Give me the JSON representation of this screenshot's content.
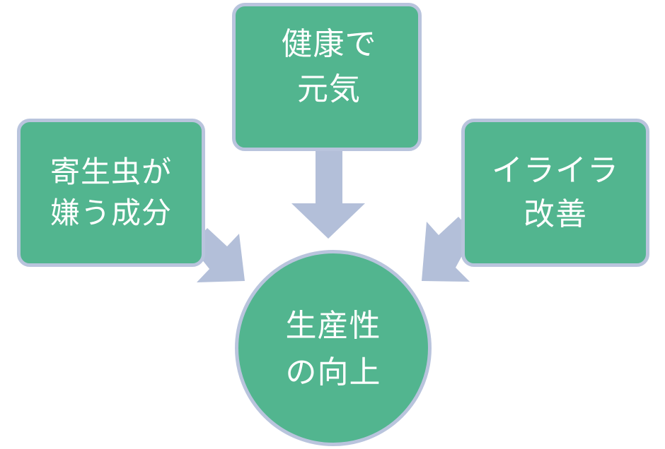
{
  "diagram": {
    "top_node": {
      "lines": [
        "健康で",
        "元気"
      ]
    },
    "left_node": {
      "lines": [
        "寄生虫が",
        "嫌う成分"
      ]
    },
    "right_node": {
      "lines": [
        "イライラ",
        "改善"
      ]
    },
    "center_node": {
      "lines": [
        "生産性",
        "の向上"
      ]
    },
    "colors": {
      "node_fill": "#52b58f",
      "node_border": "#b9c4dd",
      "arrow": "#b3bfd9",
      "text": "#ffffff"
    }
  }
}
